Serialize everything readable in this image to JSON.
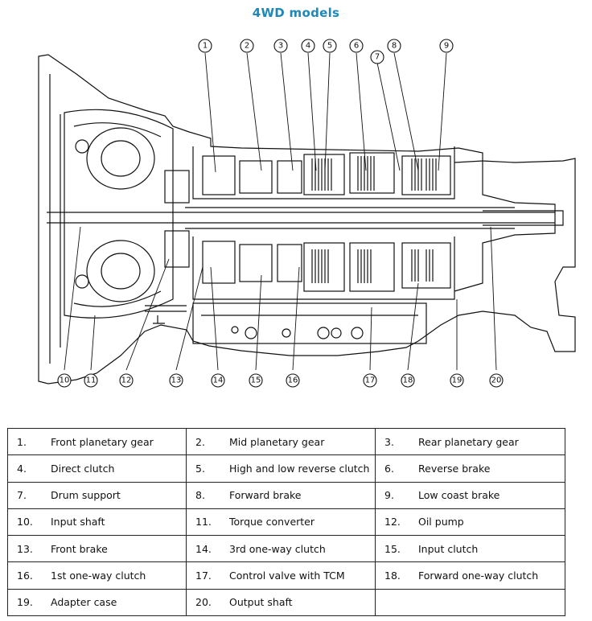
{
  "title": "4WD models",
  "callouts_top": [
    "1",
    "2",
    "3",
    "4",
    "5",
    "6",
    "7",
    "8",
    "9"
  ],
  "callouts_bottom": [
    "10",
    "11",
    "12",
    "13",
    "14",
    "15",
    "16",
    "17",
    "18",
    "19",
    "20"
  ],
  "legend": [
    {
      "num": "1.",
      "label": "Front planetary gear"
    },
    {
      "num": "2.",
      "label": "Mid planetary gear"
    },
    {
      "num": "3.",
      "label": "Rear planetary gear"
    },
    {
      "num": "4.",
      "label": "Direct clutch"
    },
    {
      "num": "5.",
      "label": "High and low reverse clutch"
    },
    {
      "num": "6.",
      "label": "Reverse brake"
    },
    {
      "num": "7.",
      "label": "Drum support"
    },
    {
      "num": "8.",
      "label": "Forward brake"
    },
    {
      "num": "9.",
      "label": "Low coast brake"
    },
    {
      "num": "10.",
      "label": "Input shaft"
    },
    {
      "num": "11.",
      "label": "Torque converter"
    },
    {
      "num": "12.",
      "label": "Oil pump"
    },
    {
      "num": "13.",
      "label": "Front brake"
    },
    {
      "num": "14.",
      "label": "3rd one-way clutch"
    },
    {
      "num": "15.",
      "label": "Input clutch"
    },
    {
      "num": "16.",
      "label": "1st one-way clutch"
    },
    {
      "num": "17.",
      "label": "Control valve with TCM"
    },
    {
      "num": "18.",
      "label": "Forward one-way clutch"
    },
    {
      "num": "19.",
      "label": "Adapter case"
    },
    {
      "num": "20.",
      "label": "Output shaft"
    },
    {
      "num": "",
      "label": ""
    }
  ]
}
